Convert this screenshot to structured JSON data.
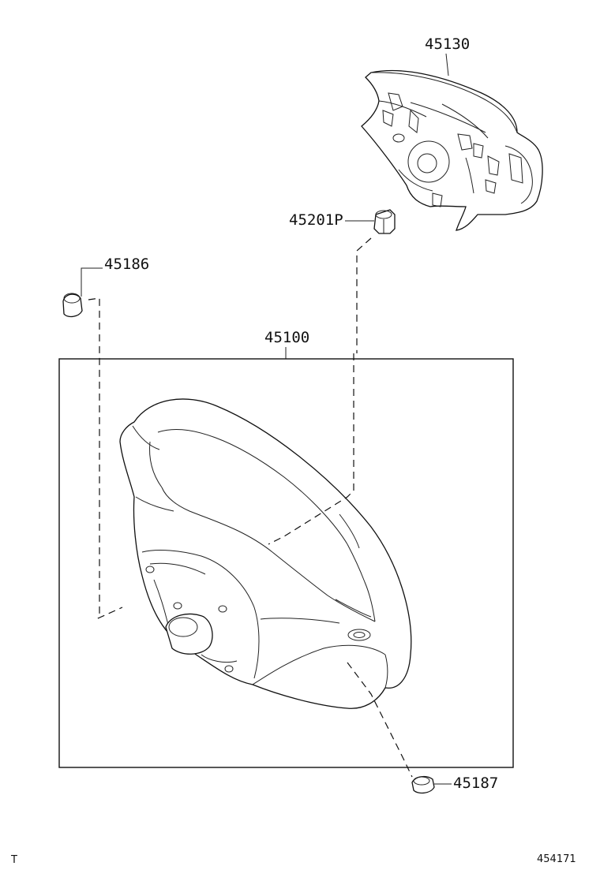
{
  "labels": {
    "pad": "45130",
    "nut": "45201P",
    "cap_left": "45186",
    "wheel": "45100",
    "cap_bottom": "45187"
  },
  "footer": {
    "left": "T",
    "right": "454171"
  }
}
